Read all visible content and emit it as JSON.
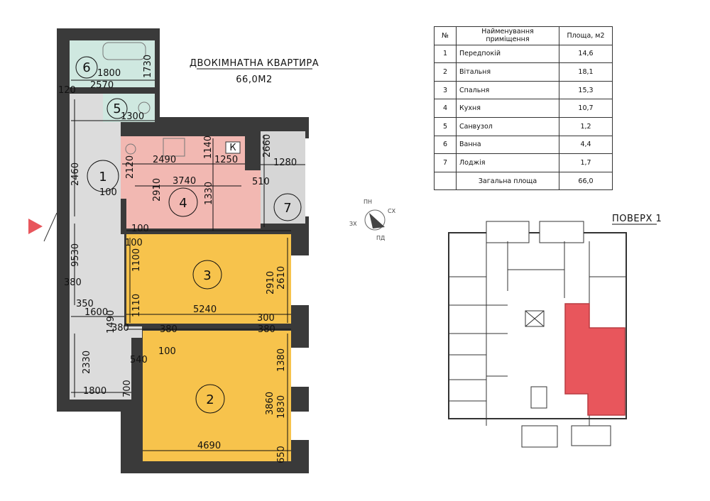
{
  "plan_title": "ДВОКІМНАТНА КВАРТИРА",
  "plan_area": "66,0М2",
  "floor_label": "ПОВЕРХ 1",
  "compass": {
    "n": "ПН",
    "e": "СХ",
    "s": "ПД",
    "w": "ЗХ"
  },
  "kitchen_mark": "К",
  "table": {
    "headers": [
      "№",
      "Найменування приміщення",
      "Площа, м2"
    ],
    "rows": [
      {
        "n": "1",
        "name": "Передпокій",
        "area": "14,6"
      },
      {
        "n": "2",
        "name": "Вітальня",
        "area": "18,1"
      },
      {
        "n": "3",
        "name": "Спальня",
        "area": "15,3"
      },
      {
        "n": "4",
        "name": "Кухня",
        "area": "10,7"
      },
      {
        "n": "5",
        "name": "Санвузол",
        "area": "1,2"
      },
      {
        "n": "6",
        "name": "Ванна",
        "area": "4,4"
      },
      {
        "n": "7",
        "name": "Лоджія",
        "area": "1,7"
      }
    ],
    "total": {
      "label": "Загальна площа",
      "area": "66,0"
    }
  },
  "room_numbers": {
    "r1": "1",
    "r2": "2",
    "r3": "3",
    "r4": "4",
    "r5": "5",
    "r6": "6",
    "r7": "7"
  },
  "dims": {
    "d1800_top": "1800",
    "d1730": "1730",
    "d2570": "2570",
    "d120": "120",
    "d1300": "1300",
    "d2490": "2490",
    "d1140": "1140",
    "d1250": "1250",
    "d2660": "2660",
    "d1280": "1280",
    "d2460": "2460",
    "d2120": "2120",
    "d2910_k": "2910",
    "d3740": "3740",
    "d1330": "1330",
    "d510": "510",
    "d100_a": "100",
    "d100_b": "100",
    "d100_c": "100",
    "d1100": "1100",
    "d9530": "9530",
    "d380_a": "380",
    "d2910_b": "2910",
    "d2610": "2610",
    "d350": "350",
    "d1600": "1600",
    "d1490": "1490",
    "d1110": "1110",
    "d5240": "5240",
    "d300": "300",
    "d380_b": "380",
    "d380_c": "380",
    "d380_d": "380",
    "d100_d": "100",
    "d540": "540",
    "d2330": "2330",
    "d1380": "1380",
    "d3860": "3860",
    "d1830": "1830",
    "d1800_bot": "1800",
    "d700": "700",
    "d4690": "4690",
    "d650": "650"
  },
  "colors": {
    "wall": "#3a3a3a",
    "corridor": "#dcdcdc",
    "bathroom": "#cfe8e0",
    "kitchen": "#f2b8b2",
    "bedroom": "#f7c34c",
    "living": "#f7c34c",
    "loggia": "#d6d6d6",
    "highlight": "#e8565c",
    "arrow": "#e8565c"
  }
}
